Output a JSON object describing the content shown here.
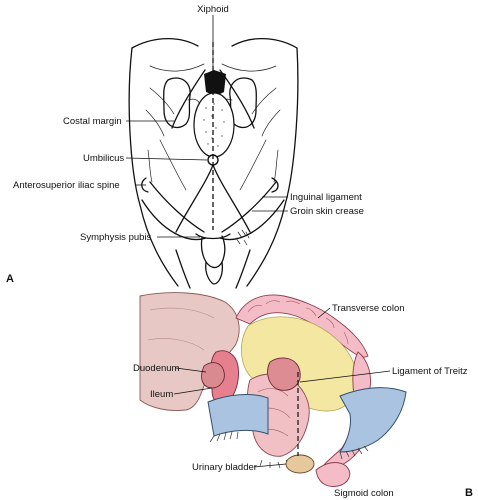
{
  "panel_a": {
    "letter": "A",
    "labels": {
      "xiphoid": "Xiphoid",
      "costal_margin": "Costal margin",
      "umbilicus": "Umbilicus",
      "anterosuperior_iliac_spine": "Anterosuperior iliac spine",
      "inguinal_ligament": "Inguinal ligament",
      "groin_skin_crease": "Groin skin crease",
      "symphysis_pubis": "Symphysis pubis"
    }
  },
  "panel_b": {
    "letter": "B",
    "labels": {
      "transverse_colon": "Transverse colon",
      "duodenum": "Duodenum",
      "ligament_of_treitz": "Ligament of Treitz",
      "ileum": "Ileum",
      "urinary_bladder": "Urinary bladder",
      "sigmoid_colon": "Sigmoid colon"
    }
  },
  "colors": {
    "liver": "#e8c8c4",
    "mesentery": "#f3e7a2",
    "colon": "#f4bcc6",
    "retractor": "#a9c3e0",
    "ileum": "#e6808f"
  }
}
